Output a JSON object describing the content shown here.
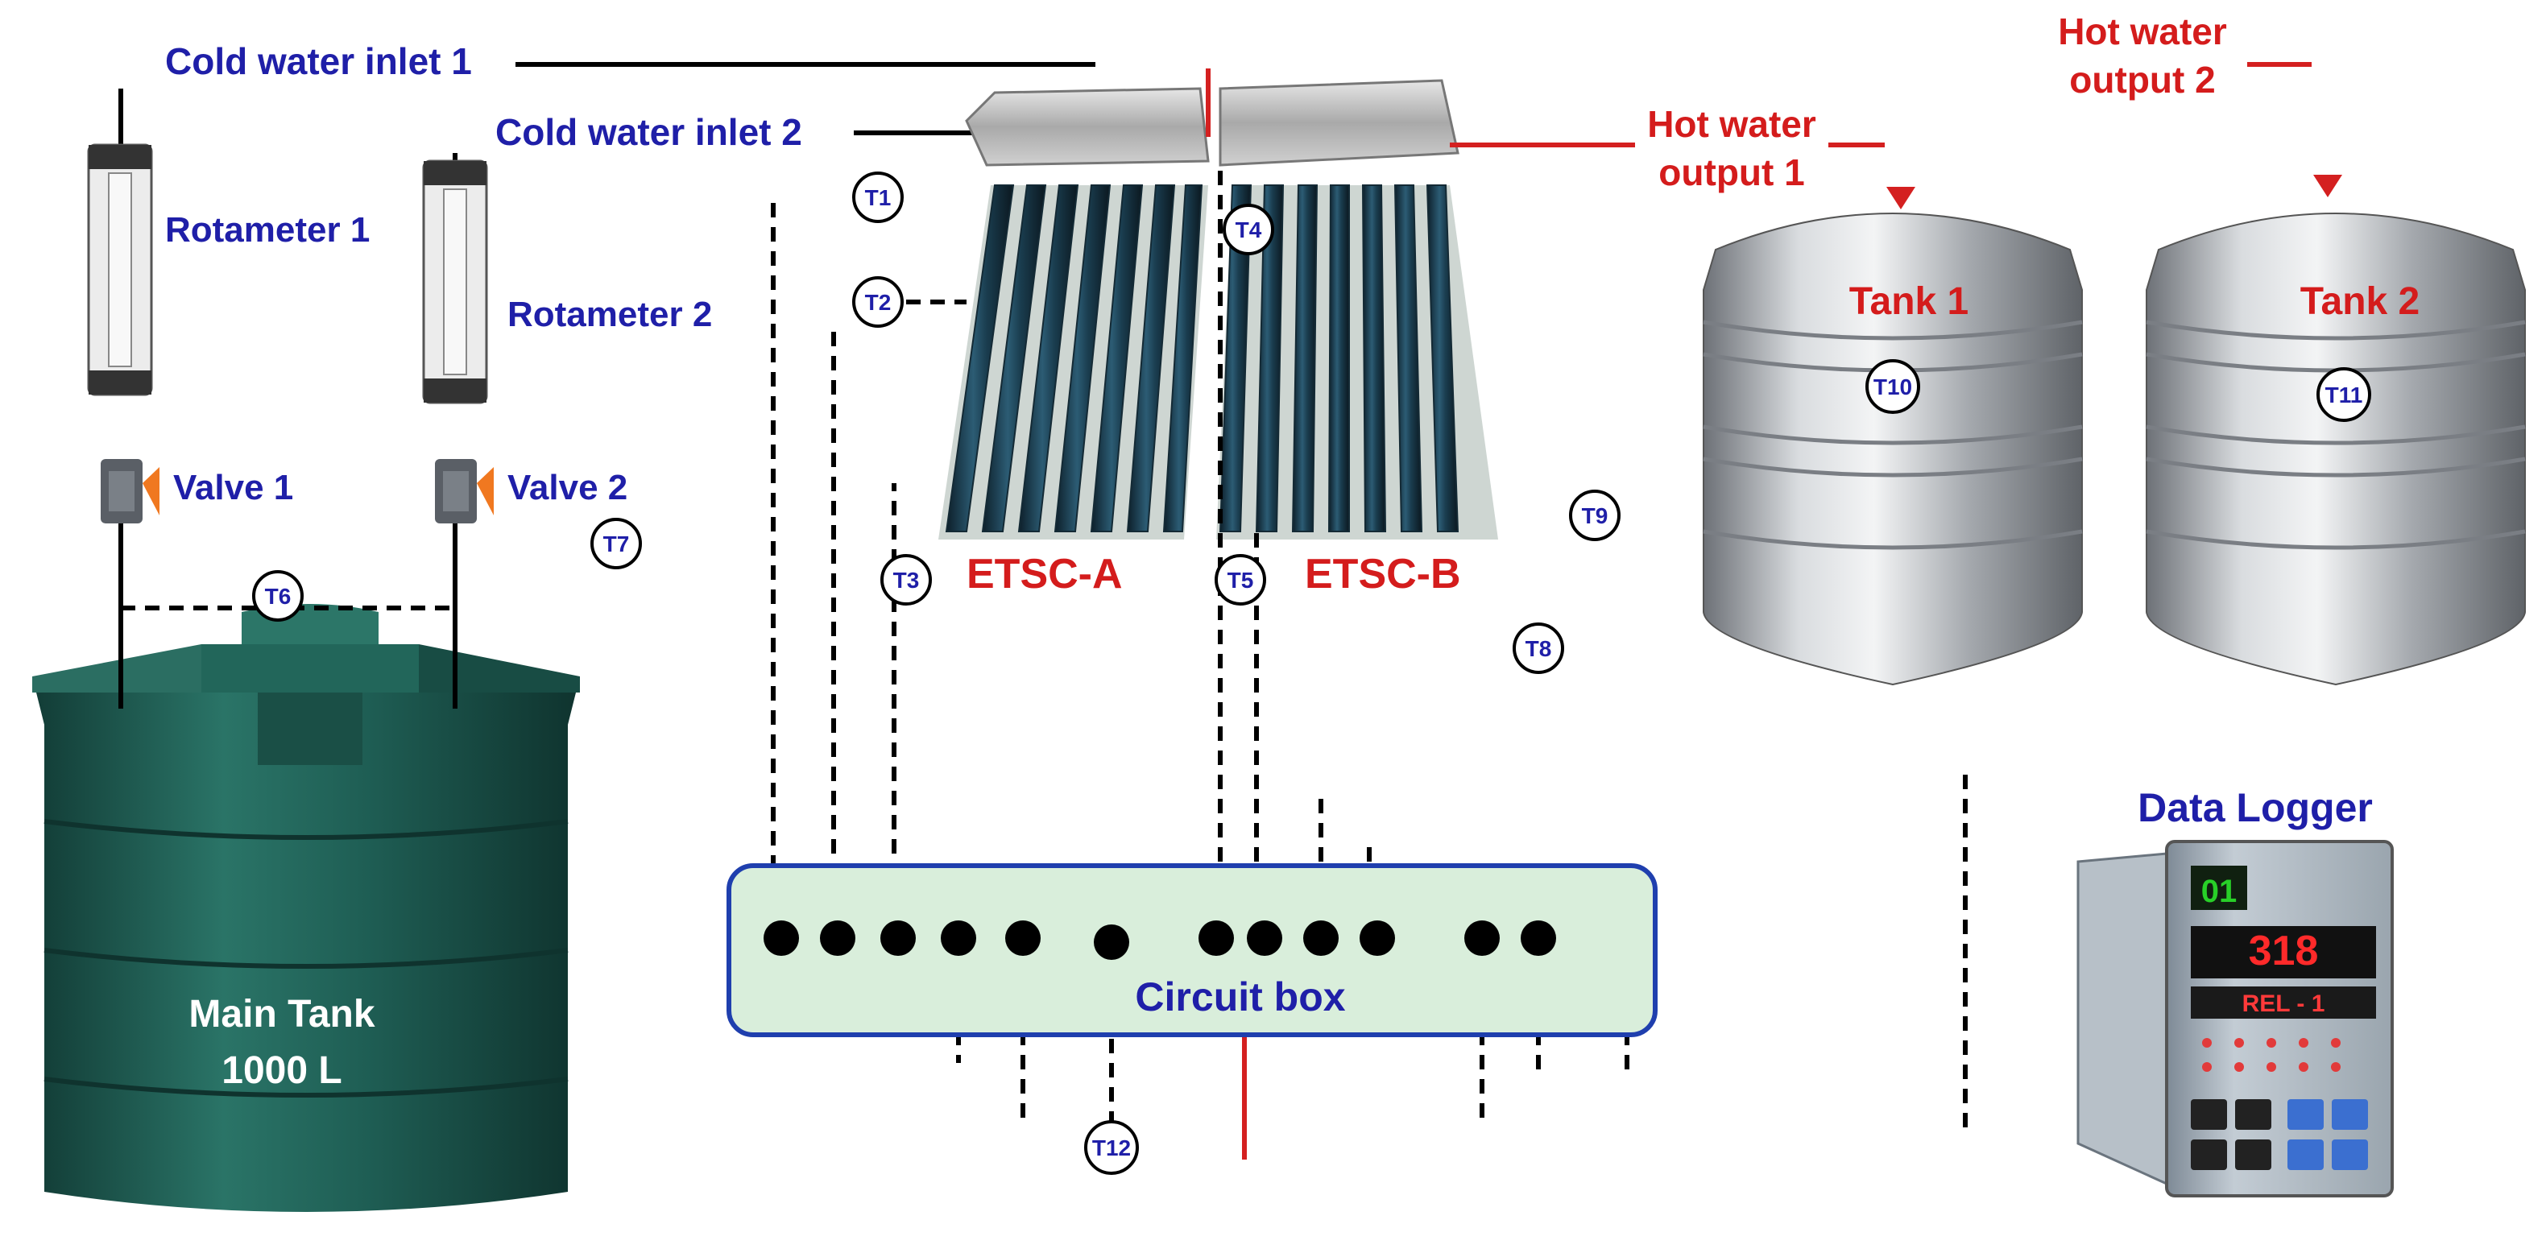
{
  "labels": {
    "cold_inlet_1": "Cold water inlet 1",
    "cold_inlet_2": "Cold water inlet 2",
    "rotameter_1": "Rotameter 1",
    "rotameter_2": "Rotameter 2",
    "valve_1": "Valve 1",
    "valve_2": "Valve 2",
    "etsc_a": "ETSC-A",
    "etsc_b": "ETSC-B",
    "hot_output_1_line1": "Hot water",
    "hot_output_1_line2": "output 1",
    "hot_output_2_line1": "Hot water",
    "hot_output_2_line2": "output 2",
    "tank_1": "Tank 1",
    "tank_2": "Tank 2",
    "main_tank_line1": "Main Tank",
    "main_tank_line2": "1000 L",
    "circuit_box": "Circuit box",
    "data_logger": "Data Logger"
  },
  "sensors": [
    "T1",
    "T2",
    "T3",
    "T4",
    "T5",
    "T6",
    "T7",
    "T8",
    "T9",
    "T10",
    "T11",
    "T12"
  ],
  "logger_display": {
    "top": "01",
    "middle": "318",
    "bottom": "REL - 1"
  },
  "colors": {
    "blue_label": "#1f1fa8",
    "red_label": "#d41c1c",
    "hot_pipe": "#d42020",
    "cold_pipe": "#000000",
    "circuit_fill": "#d9eedb",
    "circuit_border": "#1f3fae",
    "main_tank": "#1f5f55",
    "steel": "#b8bcc2"
  }
}
